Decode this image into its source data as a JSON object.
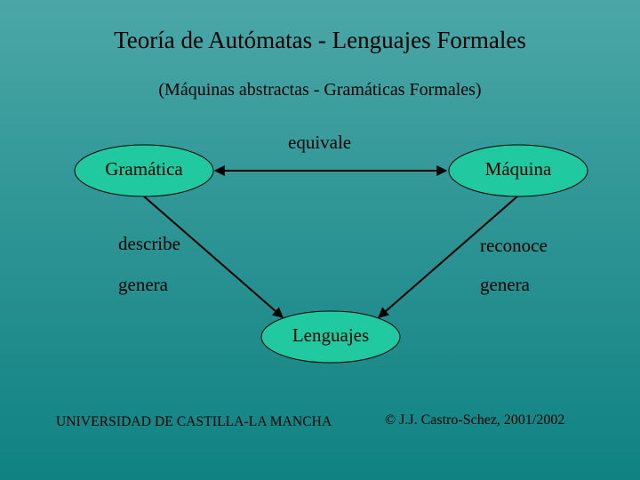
{
  "slide": {
    "title": "Teoría de Autómatas - Lenguajes Formales",
    "subtitle": "(Máquinas abstractas - Gramáticas Formales)"
  },
  "diagram": {
    "nodes": [
      {
        "id": "gramatica",
        "label": "Gramática"
      },
      {
        "id": "maquina",
        "label": "Máquina"
      },
      {
        "id": "lenguajes",
        "label": "Lenguajes"
      }
    ],
    "edges": {
      "gramatica_maquina": {
        "label": "equivale",
        "direction": "bidirectional"
      },
      "gramatica_lenguajes": {
        "labels": [
          "describe",
          "genera"
        ]
      },
      "maquina_lenguajes": {
        "labels": [
          "reconoce",
          "genera"
        ]
      }
    },
    "colors": {
      "node_fill": "#20c9a0",
      "stroke": "#000000",
      "background_top": "#4ba7a7",
      "background_bottom": "#108282"
    }
  },
  "footer": {
    "left": "UNIVERSIDAD DE CASTILLA-LA MANCHA",
    "right": "© J.J. Castro-Schez, 2001/2002"
  }
}
